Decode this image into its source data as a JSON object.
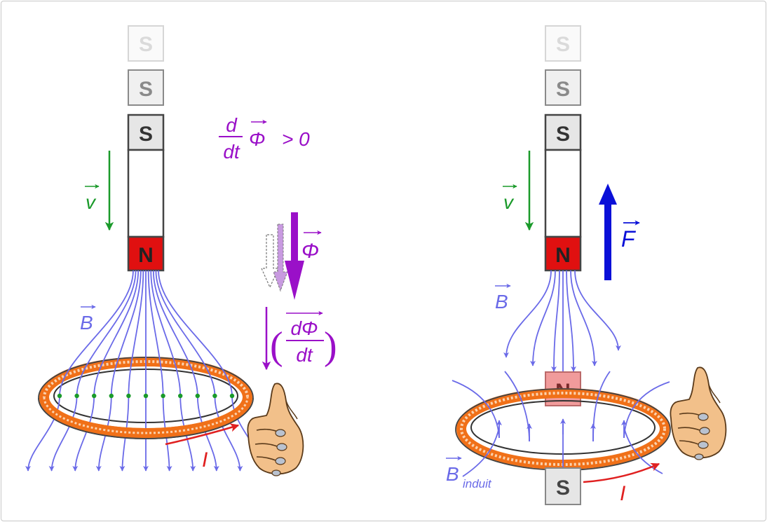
{
  "left_panel": {
    "magnet": {
      "south_label": "S",
      "north_label": "N"
    },
    "velocity_label": "v",
    "field_label": "B",
    "current_label": "I",
    "flux_label": "Φ",
    "flux_rate_numerator": "dΦ",
    "flux_rate_denominator": "dt",
    "condition": {
      "numerator": "d",
      "denominator": "dt",
      "symbol": "Φ",
      "relation": "> 0"
    }
  },
  "right_panel": {
    "magnet": {
      "south_label": "S",
      "north_label": "N"
    },
    "velocity_label": "v",
    "force_label": "F",
    "field_label": "B",
    "induced_field_subscript": "induit",
    "current_label": "I",
    "induced_north_label": "N",
    "induced_south_label": "S"
  },
  "colors": {
    "field": "#6a6ae8",
    "velocity": "#1a9a2a",
    "flux": "#9a10c8",
    "current": "#e02020",
    "force": "#0a10d8",
    "coil": "#f07018",
    "north_pole": "#e01010",
    "south_pole": "#e6e6e6"
  }
}
